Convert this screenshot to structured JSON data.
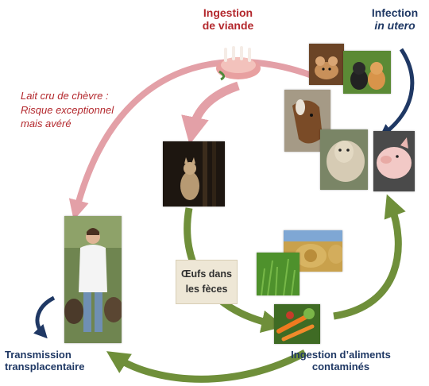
{
  "labels": {
    "ingestion_viande_line1": "Ingestion",
    "ingestion_viande_line2": "de viande",
    "infection_line1": "Infection",
    "infection_line2": "in utero",
    "lait_line1": "Lait cru de chèvre :",
    "lait_line2": "Risque exceptionnel",
    "lait_line3": "mais avéré",
    "oeufs_line1": "Œufs dans",
    "oeufs_line2": "les fèces",
    "ingestion_aliments_line1": "Ingestion d’aliments",
    "ingestion_aliments_line2": "contaminés",
    "transmission_line1": "Transmission",
    "transmission_line2": "transplacentaire"
  },
  "colors": {
    "red_arrow": "#e3a0a7",
    "green_arrow": "#6f8f3a",
    "navy_arrow": "#1f3864",
    "red_text": "#b3282d",
    "navy_text": "#1f3864"
  }
}
